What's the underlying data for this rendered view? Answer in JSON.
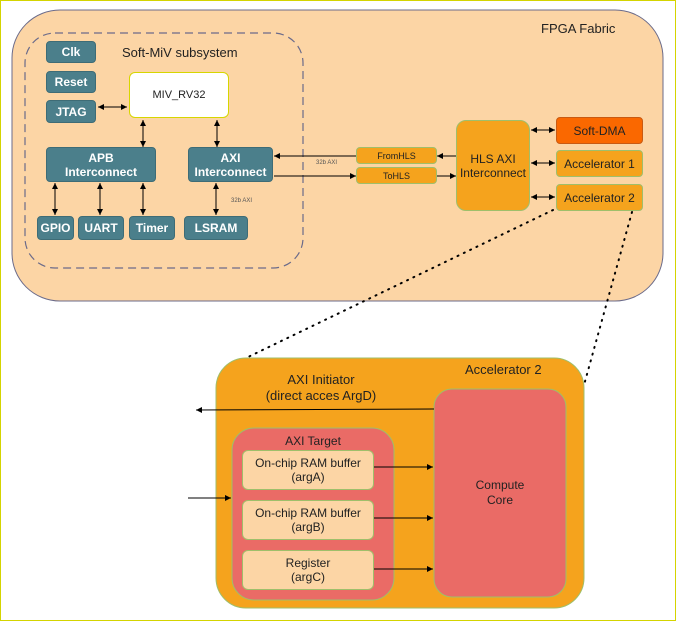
{
  "fpga": {
    "title": "FPGA Fabric"
  },
  "subsystem": {
    "title": "Soft-MiV subsystem"
  },
  "blocks": {
    "clk": "Clk",
    "reset": "Reset",
    "jtag": "JTAG",
    "cpu": "MIV_RV32",
    "apb_line1": "APB",
    "apb_line2": "Interconnect",
    "axi_line1": "AXI",
    "axi_line2": "Interconnect",
    "gpio": "GPIO",
    "uart": "UART",
    "timer": "Timer",
    "lsram": "LSRAM",
    "fromhls": "FromHLS",
    "tohls": "ToHLS",
    "hls_line1": "HLS AXI",
    "hls_line2": "Interconnect",
    "softdma": "Soft-DMA",
    "acc1": "Accelerator 1",
    "acc2": "Accelerator 2"
  },
  "edge_labels": {
    "axi_32b_horizontal": "32b AXI",
    "axi_32b_vertical": "32b AXI"
  },
  "accelerator2": {
    "title": "Accelerator 2",
    "initiator_line1": "AXI Initiator",
    "initiator_line2": "(direct acces ArgD)",
    "target_title": "AXI Target",
    "bufA_line1": "On-chip RAM buffer",
    "bufA_line2": "(argA)",
    "bufB_line1": "On-chip RAM buffer",
    "bufB_line2": "(argB)",
    "reg_line1": "Register",
    "reg_line2": "(argC)",
    "core_line1": "Compute",
    "core_line2": "Core"
  },
  "colors": {
    "fpga_fill": "#fcd5a5",
    "teal": "#4b7f8b",
    "orange": "#f5a31d",
    "softdma": "#fa6800",
    "red": "#ea6b66",
    "peach": "#fcd5a5",
    "frame": "#d4d400"
  }
}
